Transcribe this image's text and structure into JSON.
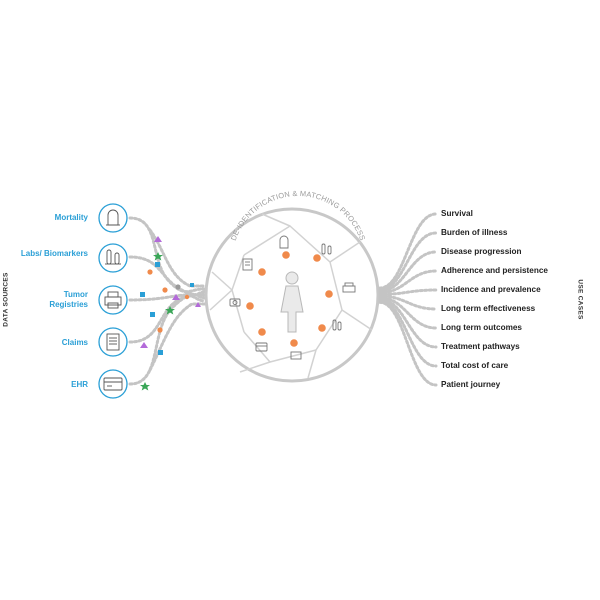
{
  "data_sources_title": "DATA SOURCES",
  "use_cases_title": "USE CASES",
  "process_title": "DE-IDENTIFICATION & MATCHING PROCESS",
  "sources": [
    {
      "label": "Mortality",
      "icon": "tombstone-icon"
    },
    {
      "label": "Labs/ Biomarkers",
      "icon": "test-tube-icon"
    },
    {
      "label": "Tumor Registries",
      "icon": "printer-icon"
    },
    {
      "label": "Claims",
      "icon": "document-icon"
    },
    {
      "label": "EHR",
      "icon": "credit-card-icon"
    }
  ],
  "use_cases": [
    "Survival",
    "Burden of illness",
    "Disease progression",
    "Adherence and persistence",
    "Incidence and prevalence",
    "Long term effectiveness",
    "Long term outcomes",
    "Treatment pathways",
    "Total cost of care",
    "Patient journey"
  ],
  "colors": {
    "accent_blue": "#2a9fd6",
    "process_gray": "#c8c8c8",
    "node_orange": "#f08a4b",
    "path_gray": "#c4c4c4",
    "text_dark": "#222222"
  }
}
